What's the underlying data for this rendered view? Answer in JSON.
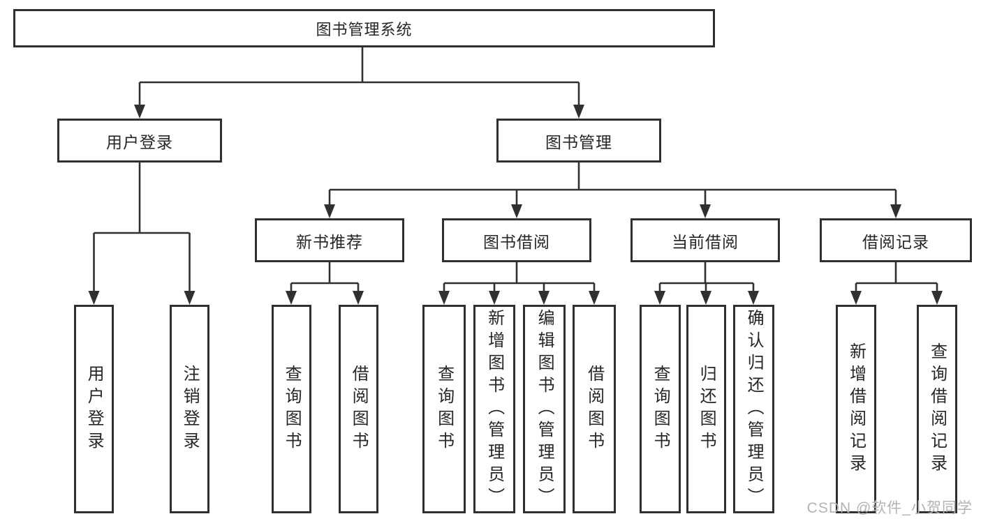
{
  "tree": {
    "label": "图书管理系统",
    "children": [
      {
        "label": "用户登录",
        "children": [
          {
            "label": "用户登录"
          },
          {
            "label": "注销登录"
          }
        ]
      },
      {
        "label": "图书管理",
        "children": [
          {
            "label": "新书推荐",
            "children": [
              {
                "label": "查询图书"
              },
              {
                "label": "借阅图书"
              }
            ]
          },
          {
            "label": "图书借阅",
            "children": [
              {
                "label": "查询图书"
              },
              {
                "label": "新增图书（管理员）"
              },
              {
                "label": "编辑图书（管理员）"
              },
              {
                "label": "借阅图书"
              }
            ]
          },
          {
            "label": "当前借阅",
            "children": [
              {
                "label": "查询图书"
              },
              {
                "label": "归还图书"
              },
              {
                "label": "确认归还（管理员）"
              }
            ]
          },
          {
            "label": "借阅记录",
            "children": [
              {
                "label": "新增借阅记录"
              },
              {
                "label": "查询借阅记录"
              }
            ]
          }
        ]
      }
    ]
  },
  "watermark": {
    "text": "CSDN @软件_小贺同学"
  },
  "theme": {
    "background": "#ffffff",
    "line_color": "#303030",
    "box_border": "#303030",
    "text_color": "#262626",
    "watermark_color": "#b3b3b3"
  }
}
